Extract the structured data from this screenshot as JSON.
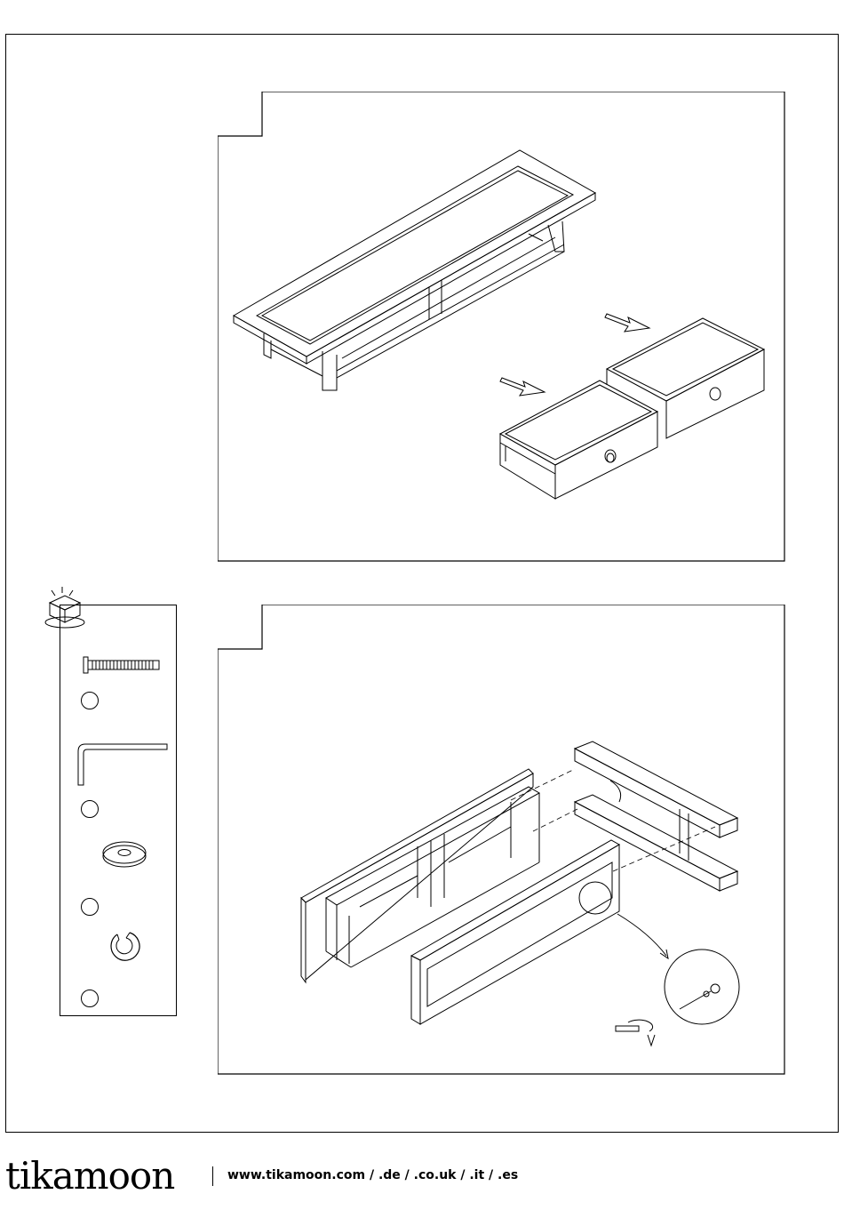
{
  "footer": {
    "brand": "tikamoon",
    "url": "www.tikamoon.com / .de / .co.uk / .it / .es"
  },
  "steps": [
    {
      "step_label": "",
      "content": "Insert drawers into TV stand"
    },
    {
      "step_label": "",
      "content": "Attach base frame and front rail with bolts, washers and Allen key"
    }
  ],
  "hardware": [
    {
      "icon": "bolt-icon",
      "qty": ""
    },
    {
      "icon": "allen-key-icon",
      "qty": ""
    },
    {
      "icon": "flat-washer-icon",
      "qty": ""
    },
    {
      "icon": "spring-washer-icon",
      "qty": ""
    }
  ]
}
